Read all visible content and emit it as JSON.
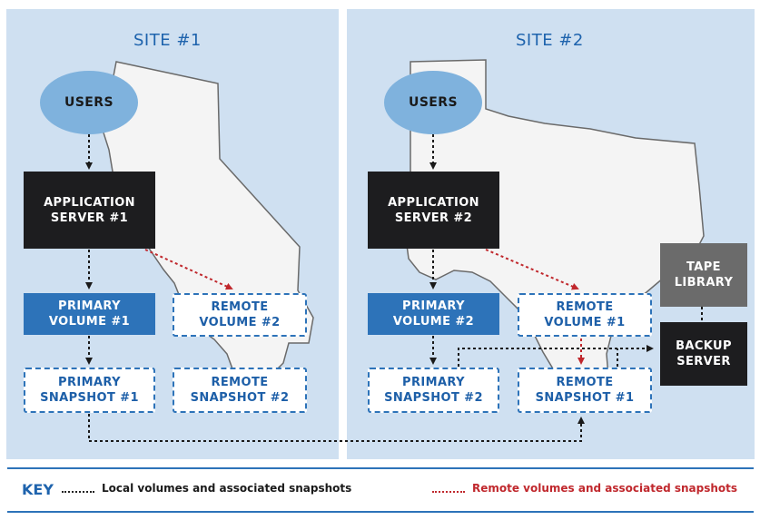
{
  "site1": {
    "title": "SITE #1",
    "users": "USERS",
    "app_server": [
      "APPLICATION",
      "SERVER #1"
    ],
    "primary_volume": [
      "PRIMARY",
      "VOLUME #1"
    ],
    "remote_volume": [
      "REMOTE",
      "VOLUME #2"
    ],
    "primary_snapshot": [
      "PRIMARY",
      "SNAPSHOT #1"
    ],
    "remote_snapshot": [
      "REMOTE",
      "SNAPSHOT #2"
    ]
  },
  "site2": {
    "title": "SITE #2",
    "users": "USERS",
    "app_server": [
      "APPLICATION",
      "SERVER #2"
    ],
    "primary_volume": [
      "PRIMARY",
      "VOLUME #2"
    ],
    "remote_volume": [
      "REMOTE",
      "VOLUME #1"
    ],
    "primary_snapshot": [
      "PRIMARY",
      "SNAPSHOT #2"
    ],
    "remote_snapshot": [
      "REMOTE",
      "SNAPSHOT #1"
    ],
    "tape_library": [
      "TAPE",
      "LIBRARY"
    ],
    "backup_server": [
      "BACKUP",
      "SERVER"
    ]
  },
  "key": {
    "label": "KEY",
    "local": "Local volumes and associated snapshots",
    "remote": "Remote volumes and associated snapshots"
  },
  "colors": {
    "panel": "#cfe0f1",
    "accent_blue": "#2d73b9",
    "remote_red": "#c0282d",
    "dark_box": "#1d1d1f",
    "tape_gray": "#6b6b6b",
    "users_blue": "#7fb2dd"
  }
}
